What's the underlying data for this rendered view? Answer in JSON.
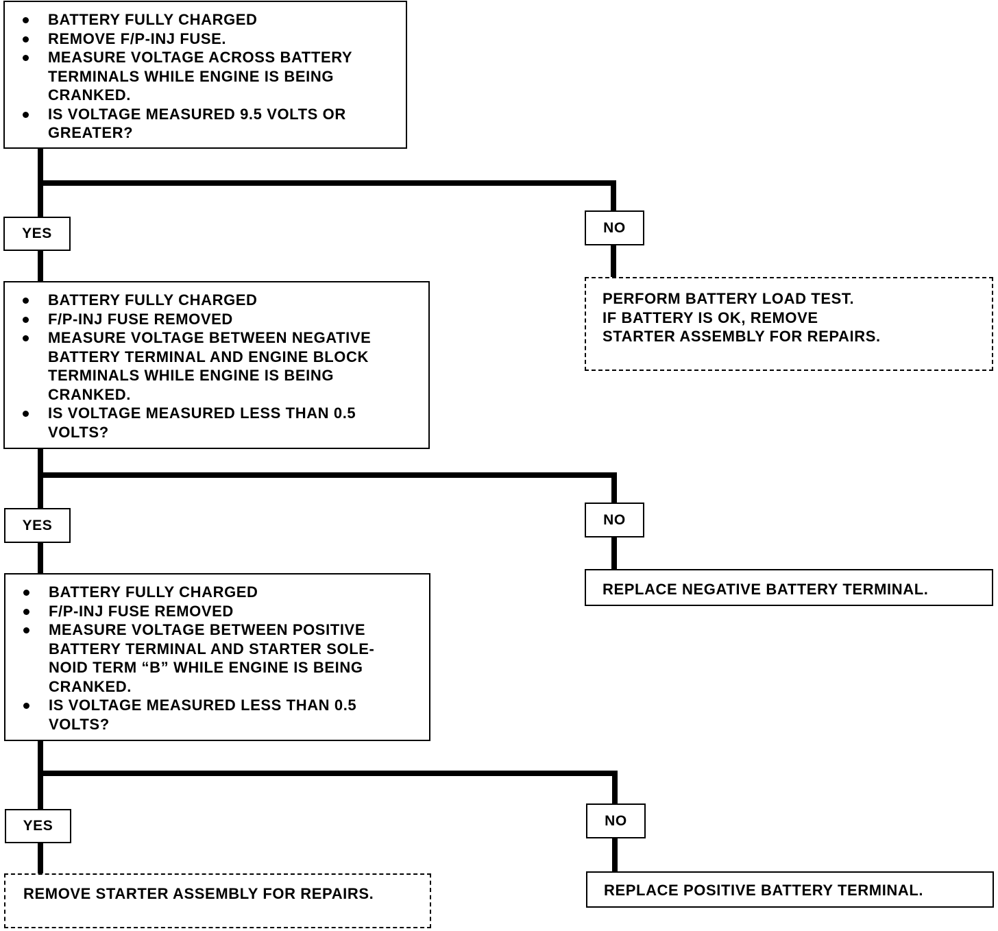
{
  "colors": {
    "line": "#000000",
    "box_border": "#000000",
    "background": "#ffffff"
  },
  "step1": {
    "items": [
      "BATTERY FULLY CHARGED",
      "REMOVE F/P-INJ FUSE.",
      "MEASURE VOLTAGE ACROSS BATTERY\nTERMINALS WHILE ENGINE IS BEING\nCRANKED.",
      "IS VOLTAGE MEASURED 9.5 VOLTS OR\nGREATER?"
    ],
    "yes_label": "YES",
    "no_label": "NO",
    "no_action": "PERFORM BATTERY LOAD TEST.\nIF BATTERY IS OK, REMOVE\nSTARTER ASSEMBLY FOR REPAIRS."
  },
  "step2": {
    "items": [
      "BATTERY FULLY CHARGED",
      "F/P-INJ FUSE REMOVED",
      "MEASURE VOLTAGE BETWEEN NEGATIVE\nBATTERY TERMINAL AND ENGINE BLOCK\nTERMINALS WHILE ENGINE IS BEING\nCRANKED.",
      "IS VOLTAGE MEASURED LESS THAN 0.5\nVOLTS?"
    ],
    "yes_label": "YES",
    "no_label": "NO",
    "no_action": "REPLACE NEGATIVE BATTERY TERMINAL."
  },
  "step3": {
    "items": [
      "BATTERY FULLY CHARGED",
      "F/P-INJ FUSE REMOVED",
      "MEASURE VOLTAGE BETWEEN POSITIVE\nBATTERY TERMINAL AND STARTER SOLE-\nNOID TERM “B” WHILE ENGINE IS BEING\nCRANKED.",
      "IS VOLTAGE MEASURED LESS THAN 0.5\nVOLTS?"
    ],
    "yes_label": "YES",
    "no_label": "NO",
    "yes_action": "REMOVE STARTER ASSEMBLY FOR REPAIRS.",
    "no_action": "REPLACE POSITIVE BATTERY TERMINAL."
  }
}
